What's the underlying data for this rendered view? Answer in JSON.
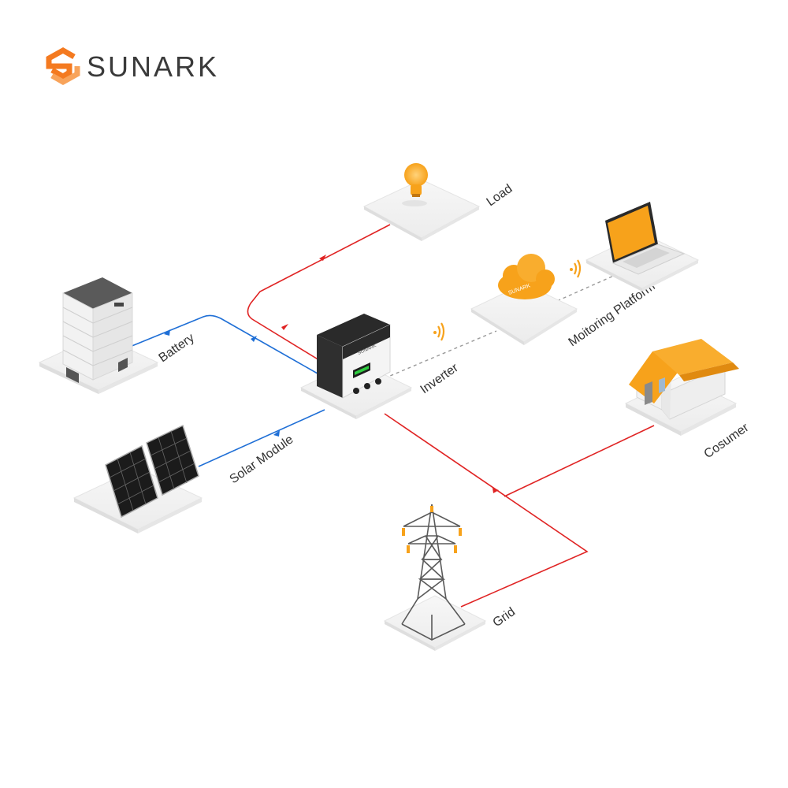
{
  "brand": {
    "name": "SUNARK",
    "accent_color": "#f47a20",
    "text_color": "#3a3a3a"
  },
  "labels": {
    "load": "Load",
    "battery": "Battery",
    "inverter": "Inverter",
    "monitoring": "Moitoring Platform",
    "solar": "Solar Module",
    "consumer": "Cosumer",
    "grid": "Grid"
  },
  "device_text": {
    "inverter_brand": "SUNARK",
    "cloud_brand": "SUNARK"
  },
  "colors": {
    "ac_line": "#e02424",
    "dc_line": "#1f6fd6",
    "comm_line": "#999999",
    "orange": "#f7a21b",
    "tile": "#f3f3f3"
  },
  "icons": [
    "lightbulb-icon",
    "battery-icon",
    "inverter-icon",
    "cloud-icon",
    "laptop-icon",
    "wifi-icon",
    "solar-panel-icon",
    "house-icon",
    "transmission-tower-icon"
  ]
}
